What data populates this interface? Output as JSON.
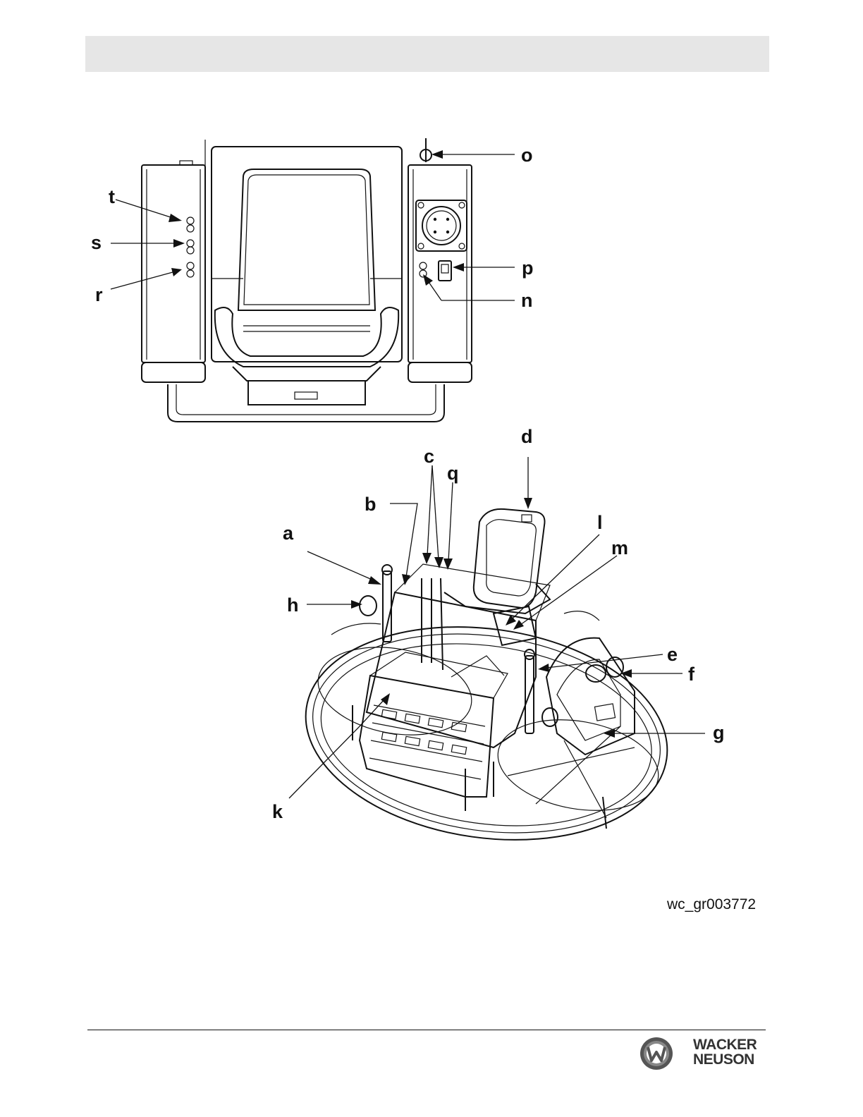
{
  "callouts": {
    "a": "a",
    "b": "b",
    "c": "c",
    "d": "d",
    "e": "e",
    "f": "f",
    "g": "g",
    "h": "h",
    "k": "k",
    "l": "l",
    "m": "m",
    "n": "n",
    "o": "o",
    "p": "p",
    "q": "q",
    "r": "r",
    "s": "s",
    "t": "t"
  },
  "graphic_id": "wc_gr003772",
  "logo": {
    "line1": "WACKER",
    "line2": "NEUSON",
    "icon": "wacker-neuson-w-icon",
    "color": "#333333"
  }
}
